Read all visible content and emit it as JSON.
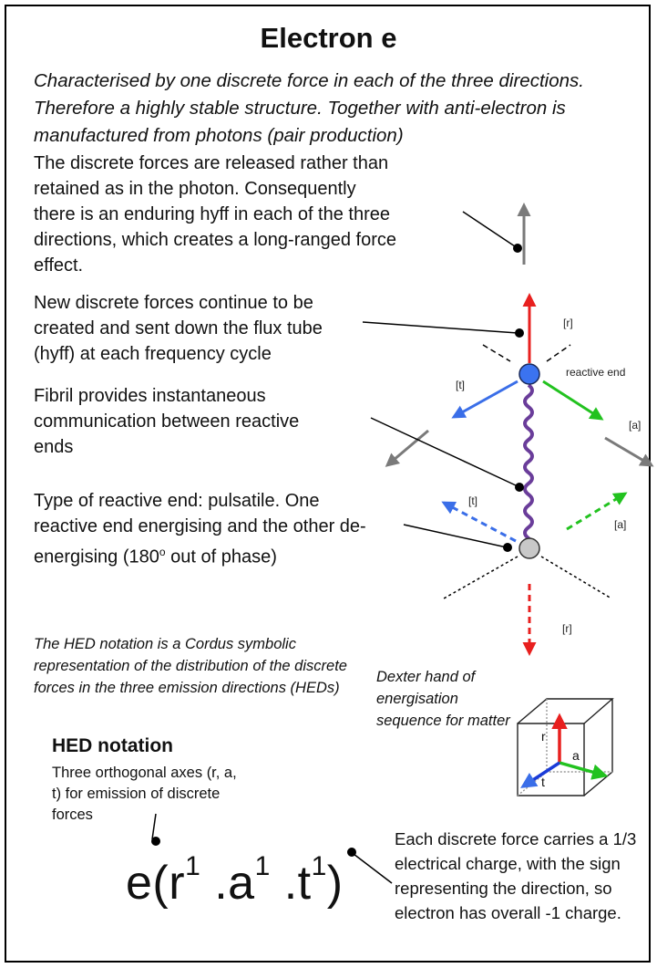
{
  "title": "Electron e",
  "intro": "Characterised by one discrete force in each of the three directions. Therefore a highly stable structure. Together with anti-electron is manufactured from photons (pair production)",
  "para1": "The discrete forces are released rather than retained as in the photon. Consequently there is an enduring hyff in each of the three directions, which creates a long-ranged force effect.",
  "para2": "New discrete forces continue to be created and sent down the flux tube (hyff) at each frequency cycle",
  "para3": "Fibril provides instantaneous communication between reactive ends",
  "para4_before": "Type of reactive end: pulsatile.  One reactive end energising and the other de-energising (180",
  "para4_sup": "o",
  "para4_after": " out of phase)",
  "hed_note": "The HED notation is a Cordus symbolic representation of the distribution of the discrete forces in the three emission directions  (HEDs)",
  "dexter_note": "Dexter hand of energisation sequence for matter",
  "hed_title": "HED notation",
  "hed_axes": "Three orthogonal axes (r, a, t) for emission of discrete forces",
  "charge_note": " Each discrete force carries a 1/3 electrical charge,  with the sign representing the direction, so electron has overall -1 charge.",
  "formula": {
    "prefix": "e(r",
    "exp_r": "1",
    "mid_a": " .a",
    "exp_a": "1",
    "mid_t": " .t",
    "exp_t": "1",
    "suffix": ")"
  },
  "diagram_labels": {
    "r_top": "[r]",
    "reactive_end": "reactive end",
    "t_upper": "[t]",
    "a_upper": "[a]",
    "t_lower": "[t]",
    "a_lower": "[a]",
    "r_bottom": "[r]",
    "cube_r": "r",
    "cube_a": "a",
    "cube_t": "t"
  },
  "colors": {
    "r": "#e8201f",
    "a": "#22c21f",
    "t": "#3a6ee8",
    "hyff": "#7a7a7a",
    "fibril": "#6a3d9a",
    "reactive_end_top": "#3b73f0",
    "reactive_end_bottom": "#c8c8c8"
  }
}
